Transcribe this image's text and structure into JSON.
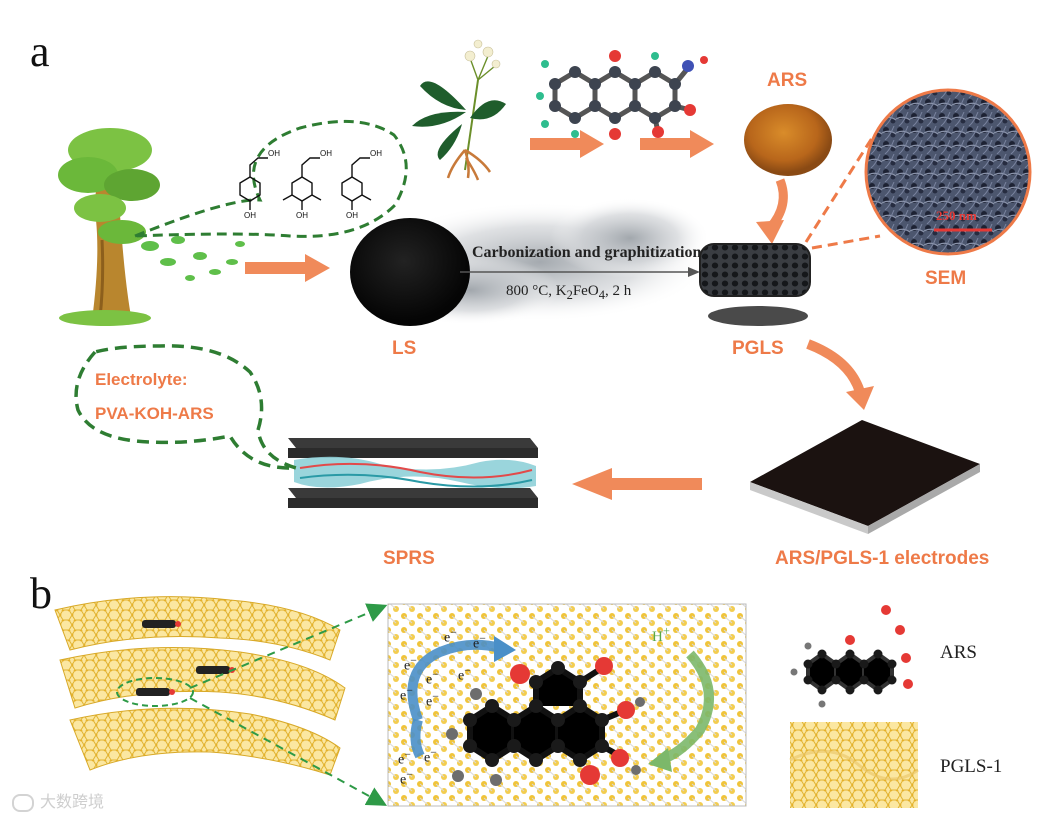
{
  "panel_a": {
    "letter": "a",
    "labels": {
      "ls": "LS",
      "ars": "ARS",
      "pgls": "PGLS",
      "sem": "SEM",
      "sprs": "SPRS",
      "electrodes": "ARS/PGLS-1 electrodes",
      "electrolyte_title": "Electrolyte:",
      "electrolyte_name": "PVA-KOH-ARS",
      "scale_bar": "250 nm"
    },
    "process": {
      "title": "Carbonization and graphitization",
      "conditions_prefix": "800 °C, K",
      "sub1": "2",
      "conditions_mid": "FeO",
      "sub2": "4",
      "conditions_suffix": ", 2 h"
    },
    "monomer_labels": {
      "oh_top": "OH",
      "oh_bottom": "OH"
    }
  },
  "panel_b": {
    "letter": "b",
    "labels": {
      "ars": "ARS",
      "pgls1": "PGLS-1",
      "electron": "e",
      "electron_charge": "−",
      "proton": "H",
      "proton_charge": "+"
    }
  },
  "watermark": "大数跨境",
  "colors": {
    "accent_orange": "#ee7a48",
    "dashed_green": "#2e7d32",
    "graphene_yellow": "#f2c94c",
    "carbon_black": "#1a1a1a",
    "oxygen_red": "#e53935"
  }
}
